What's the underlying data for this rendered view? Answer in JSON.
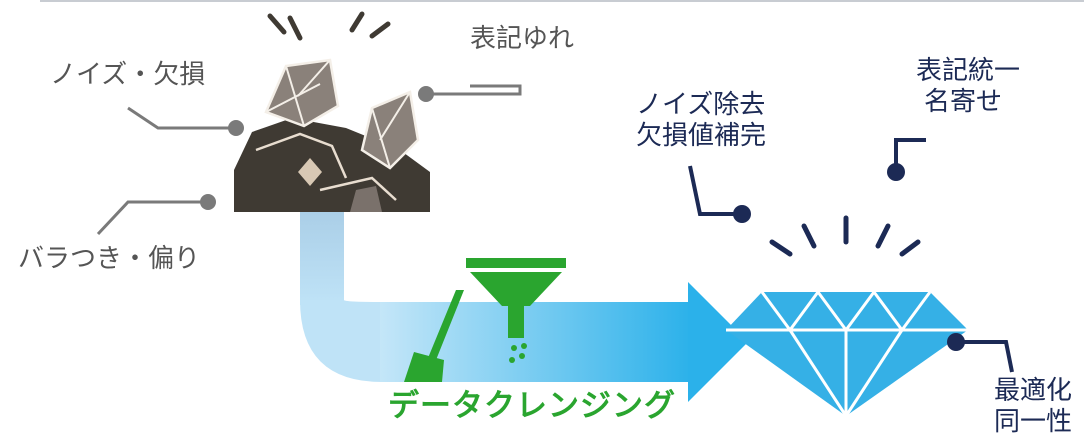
{
  "labels": {
    "noise_defect": "ノイズ・欠損",
    "notation_variation": "表記ゆれ",
    "variance_bias": "バラつき・偏り",
    "noise_removal_1": "ノイズ除去",
    "noise_removal_2": "欠損値補完",
    "unify_1": "表記統一",
    "unify_2": "名寄せ",
    "optimize_1": "最適化",
    "optimize_2": "同一性",
    "process": "データクレンジング"
  },
  "colors": {
    "gray_text": "#555555",
    "navy": "#1c2a55",
    "green": "#2aa52f",
    "diamond_blue": "#35b0e6",
    "rock_dark": "#3f3a33",
    "rock_light": "#7a716b",
    "arrow_light": "#bfe3f7",
    "arrow_dark": "#2bb1ea"
  },
  "icons": [
    "broom-icon",
    "funnel-icon",
    "rock-icon",
    "diamond-icon",
    "sparkle-icon"
  ]
}
